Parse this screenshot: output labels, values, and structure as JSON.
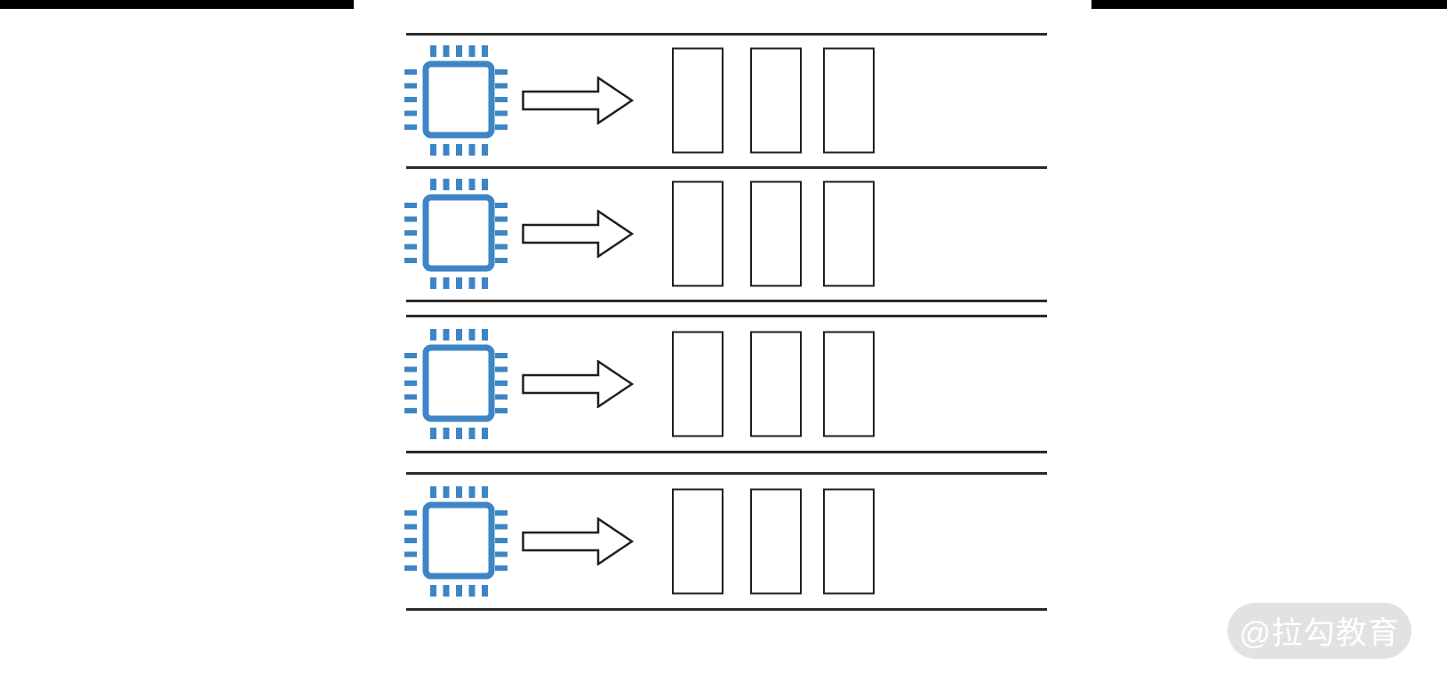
{
  "colors": {
    "chip_blue": "#3d85c6",
    "line_dark": "#2b2b2b",
    "box_border": "#1f1f1f",
    "top_bar": "#000000",
    "watermark_bg": "#e2e2e2",
    "watermark_text": "#ffffff"
  },
  "diagram": {
    "type": "cpu-task-queue-diagram",
    "description": "Four horizontal lanes; each lane shows a blue processor chip icon with an arrow pointing right to a queue of three empty task slots",
    "lanes": [
      {
        "id": "cpu-lane-1",
        "cpu_icon": "processor-chip",
        "arrow_icon": "right-arrow",
        "queue_slots": 3
      },
      {
        "id": "cpu-lane-2",
        "cpu_icon": "processor-chip",
        "arrow_icon": "right-arrow",
        "queue_slots": 3
      },
      {
        "id": "cpu-lane-3",
        "cpu_icon": "processor-chip",
        "arrow_icon": "right-arrow",
        "queue_slots": 3
      },
      {
        "id": "cpu-lane-4",
        "cpu_icon": "processor-chip",
        "arrow_icon": "right-arrow",
        "queue_slots": 3
      }
    ]
  },
  "watermark": {
    "text": "@拉勾教育"
  }
}
